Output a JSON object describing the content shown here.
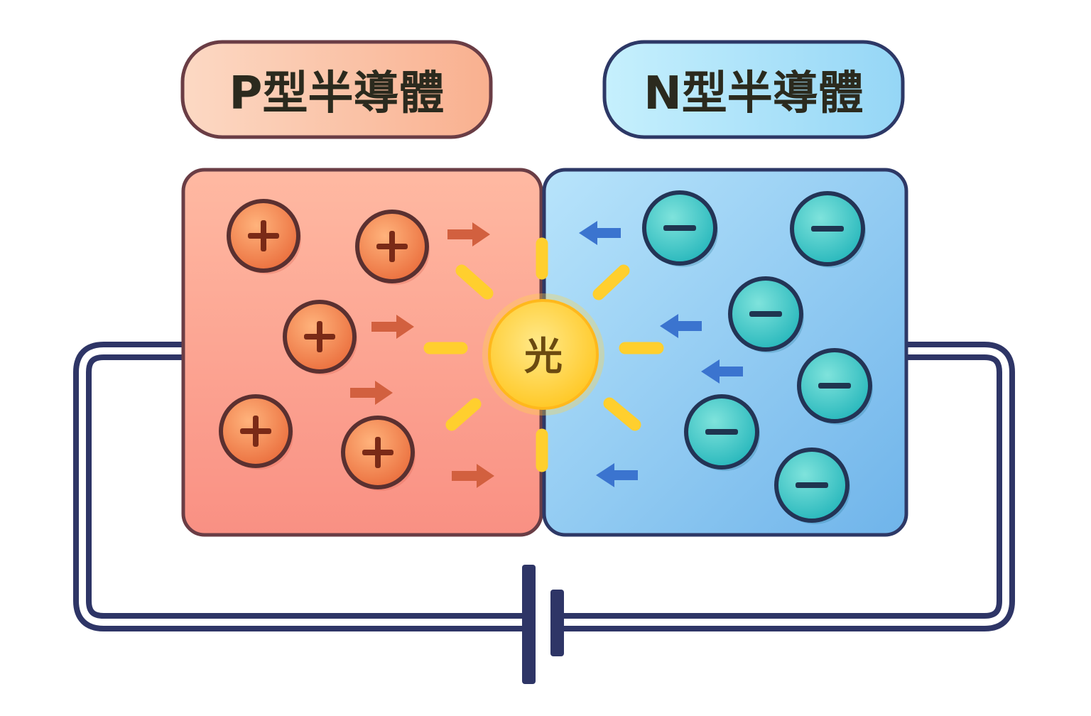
{
  "labels": {
    "p_type": "P型半導體",
    "n_type": "N型半導體",
    "light": "光"
  },
  "colors": {
    "p_region": "#f7958a",
    "n_region": "#86c8f0",
    "hole": "#ef7a45",
    "electron": "#3ec9c8",
    "wire": "#2e3566",
    "sun": "#ffd23f",
    "p_arrow": "#cf5a40",
    "n_arrow": "#3b74cf"
  },
  "icons": {
    "hole": "plus-charge-icon",
    "electron": "minus-charge-icon",
    "p_arrow": "arrow-right-icon",
    "n_arrow": "arrow-left-icon",
    "light": "sun-icon",
    "battery": "battery-icon"
  }
}
